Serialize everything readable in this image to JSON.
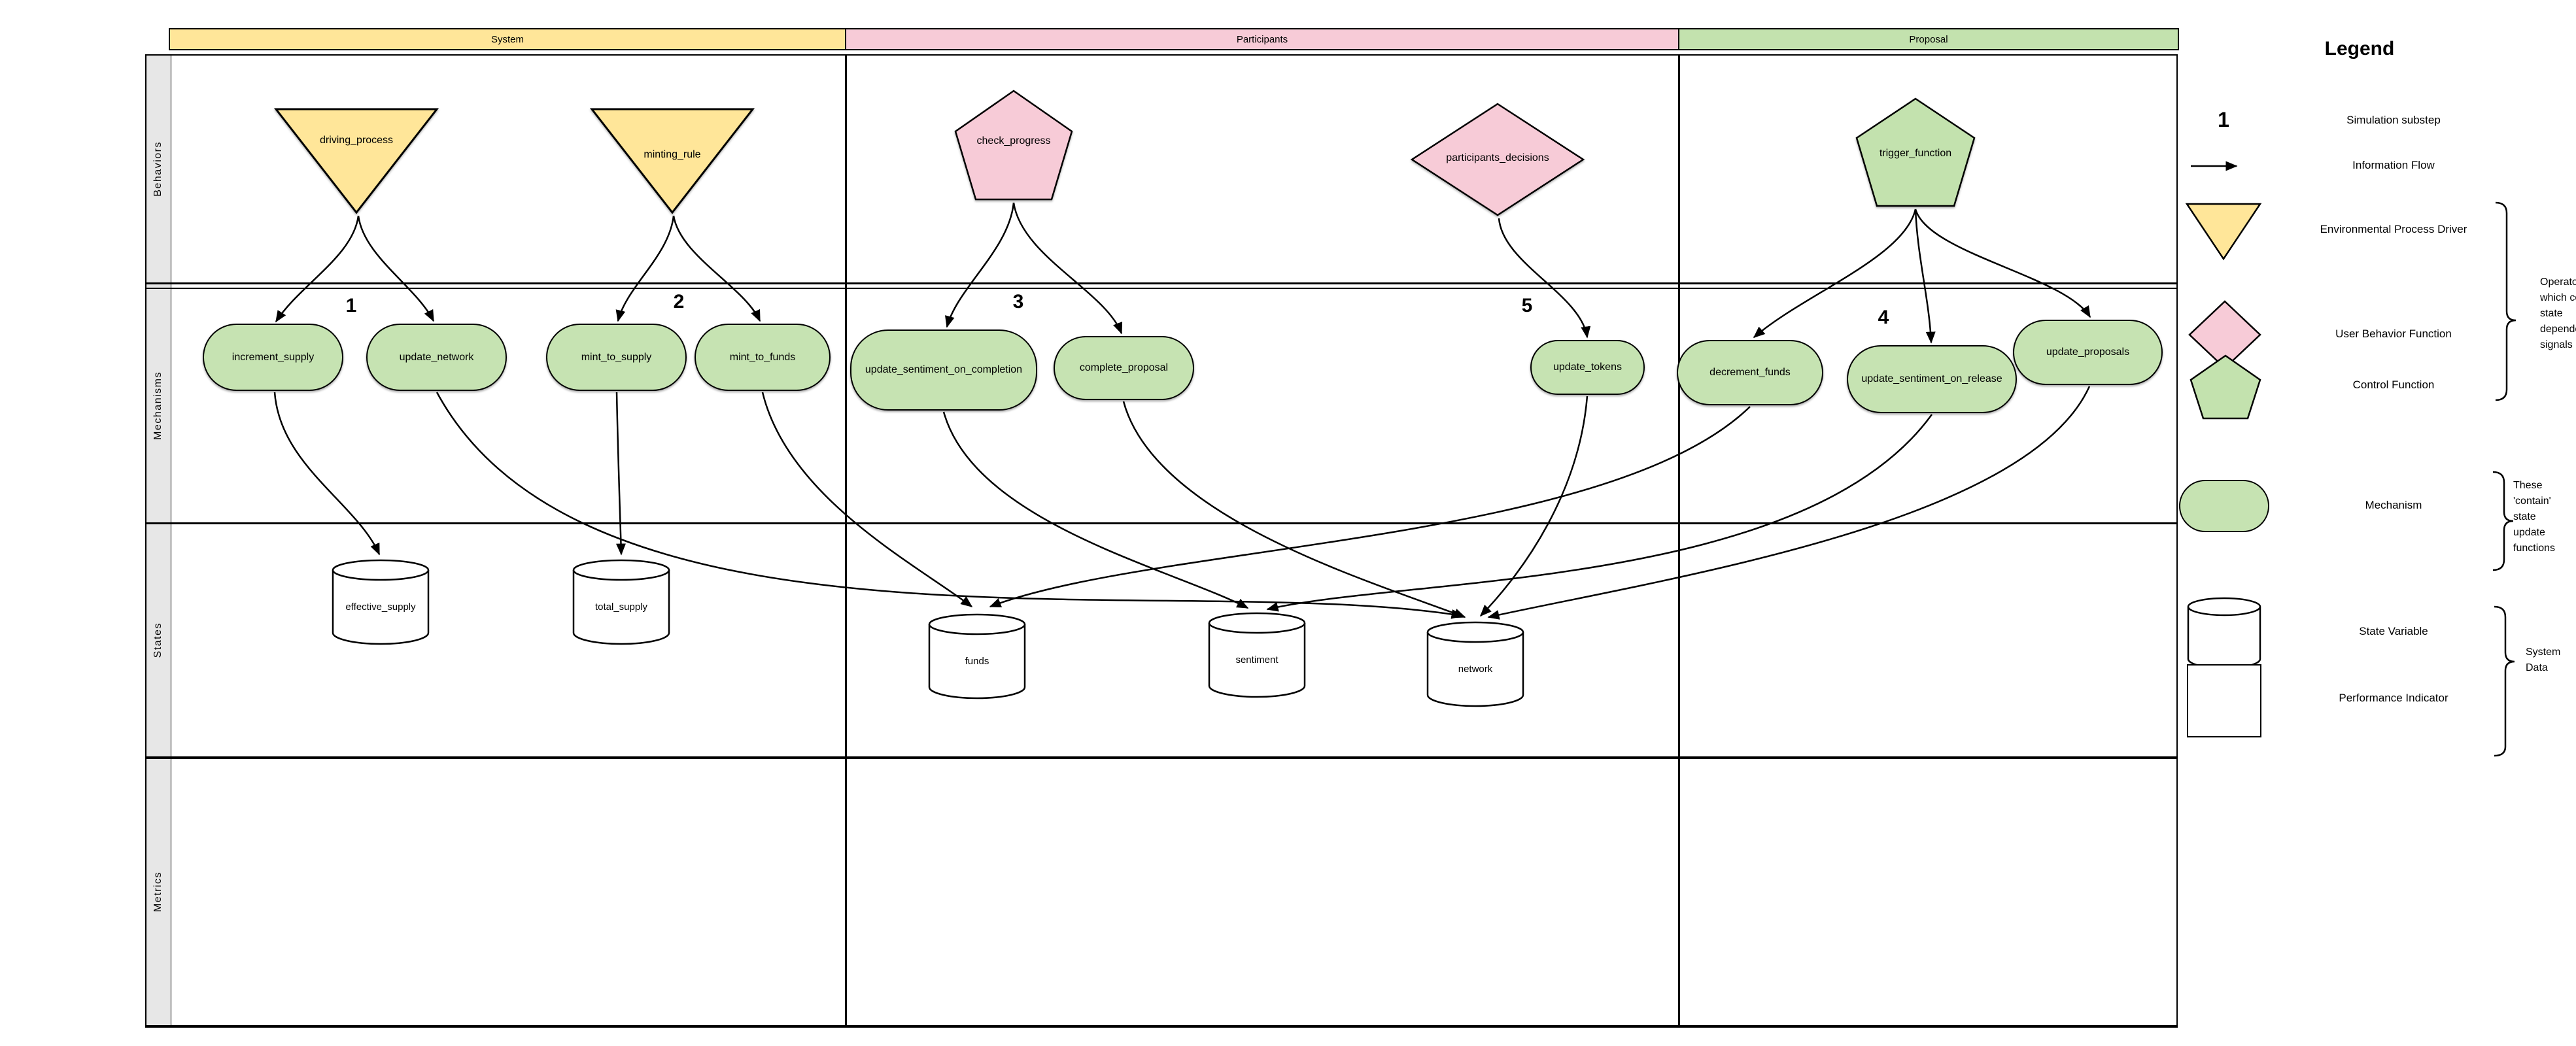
{
  "columns": [
    {
      "label": "System",
      "color": "#FFE699"
    },
    {
      "label": "Participants",
      "color": "#F7CBD7"
    },
    {
      "label": "Proposal",
      "color": "#C3E2AE"
    }
  ],
  "rows": [
    {
      "label": "Behaviors"
    },
    {
      "label": "Mechanisms"
    },
    {
      "label": "States"
    },
    {
      "label": "Metrics"
    }
  ],
  "behaviors": [
    {
      "label": "driving_process",
      "type": "environmental-process-driver",
      "column": "System"
    },
    {
      "label": "minting_rule",
      "type": "environmental-process-driver",
      "column": "System"
    },
    {
      "label": "check_progress",
      "type": "control-function",
      "column": "Participants"
    },
    {
      "label": "participants_decisions",
      "type": "user-behavior-function",
      "column": "Participants"
    },
    {
      "label": "trigger_function",
      "type": "control-function",
      "column": "Proposal"
    }
  ],
  "mechanisms": [
    {
      "label": "increment_supply",
      "column": "System"
    },
    {
      "label": "update_network",
      "column": "System"
    },
    {
      "label": "mint_to_supply",
      "column": "System"
    },
    {
      "label": "mint_to_funds",
      "column": "System"
    },
    {
      "label": "update_sentiment_on_completion",
      "column": "Participants"
    },
    {
      "label": "complete_proposal",
      "column": "Participants"
    },
    {
      "label": "update_tokens",
      "column": "Participants"
    },
    {
      "label": "decrement_funds",
      "column": "Proposal"
    },
    {
      "label": "update_sentiment_on_release",
      "column": "Proposal"
    },
    {
      "label": "update_proposals",
      "column": "Proposal"
    }
  ],
  "states": [
    {
      "label": "effective_supply",
      "column": "System"
    },
    {
      "label": "total_supply",
      "column": "System"
    },
    {
      "label": "funds",
      "column": "Participants"
    },
    {
      "label": "sentiment",
      "column": "Participants"
    },
    {
      "label": "network",
      "column": "Participants"
    }
  ],
  "substeps": [
    {
      "n": "1"
    },
    {
      "n": "2"
    },
    {
      "n": "3"
    },
    {
      "n": "4"
    },
    {
      "n": "5"
    }
  ],
  "legend": {
    "title": "Legend",
    "items": [
      {
        "label": "Simulation substep",
        "symbol": "number",
        "symbol_text": "1"
      },
      {
        "label": "Information Flow",
        "symbol": "arrow"
      },
      {
        "label": "Environmental Process Driver",
        "symbol": "triangle",
        "color": "#FFE699"
      },
      {
        "label": "User Behavior Function",
        "symbol": "diamond",
        "color": "#F7CBD7"
      },
      {
        "label": "Control Function",
        "symbol": "pentagon",
        "color": "#C3E2AE"
      },
      {
        "label": "Mechanism",
        "symbol": "pill",
        "color": "#C6E3B2"
      },
      {
        "label": "State Variable",
        "symbol": "cylinder",
        "color": "#FFFFFF"
      },
      {
        "label": "Performance Indicator",
        "symbol": "square",
        "color": "#FFFFFF"
      }
    ],
    "annotations": [
      {
        "text": "Operators which compute state dependent signals"
      },
      {
        "text": "These 'contain' state update functions"
      },
      {
        "text": "System Data"
      }
    ]
  },
  "colors": {
    "env_driver_yellow": "#FFE699",
    "user_behavior_pink": "#F7CBD7",
    "control_green": "#C3E2AE",
    "mechanism_green": "#C6E3B2",
    "row_label_gray": "#E7E7E7",
    "line_black": "#000000"
  }
}
